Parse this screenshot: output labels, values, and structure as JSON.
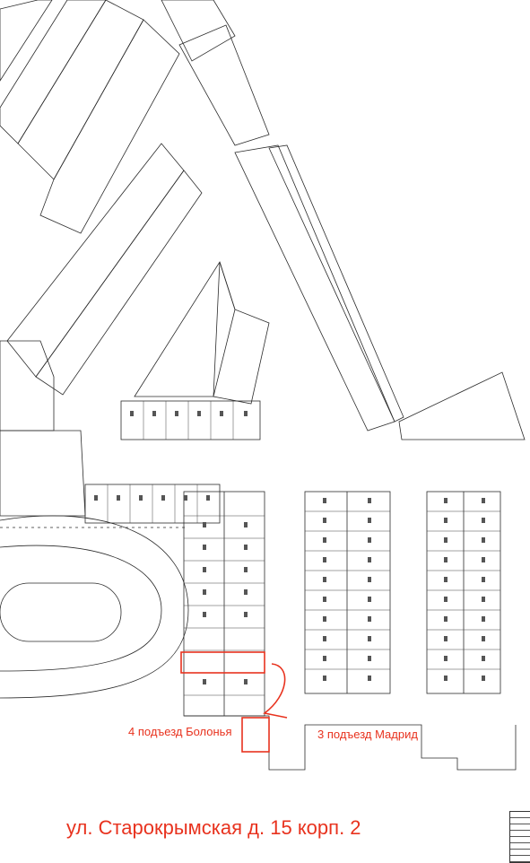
{
  "annotations": {
    "entrance_4": "4 подъезд Болонья",
    "entrance_3": "3 подъезд  Мадрид",
    "address": "ул. Старокрымская д. 15 корп. 2"
  },
  "colors": {
    "annotation": "#e8321e",
    "lines": "#2b2b2b",
    "background": "#ffffff"
  },
  "icons": {
    "parking_space": "car-icon",
    "route": "route-arrow-icon"
  }
}
